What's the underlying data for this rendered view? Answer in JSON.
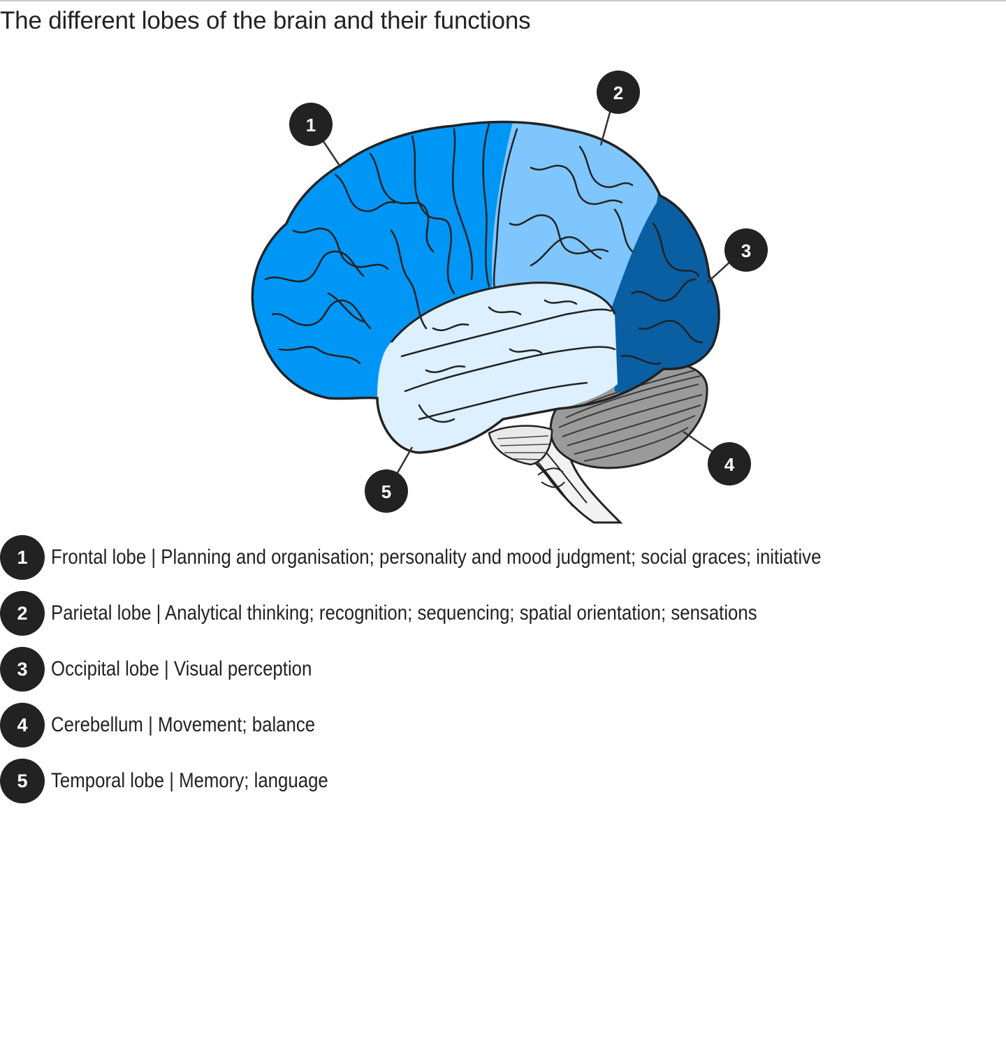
{
  "title": "The different lobes of the brain and their functions",
  "colors": {
    "frontal": "#0096f5",
    "parietal": "#7fc6ff",
    "occipital": "#0a5fa3",
    "temporal": "#dcf0ff",
    "cerebellum": "#9a9a9a",
    "brainstem": "#f2f2f2",
    "outline": "#222222",
    "badge": "#222222"
  },
  "markers": [
    {
      "number": "1",
      "lobe": "Frontal lobe",
      "functions": "Planning and organisation; personality and mood judgment; social graces; initiative"
    },
    {
      "number": "2",
      "lobe": "Parietal lobe",
      "functions": "Analytical thinking; recognition; sequencing; spatial orientation; sensations"
    },
    {
      "number": "3",
      "lobe": "Occipital lobe",
      "functions": "Visual perception"
    },
    {
      "number": "4",
      "lobe": "Cerebellum",
      "functions": "Movement; balance"
    },
    {
      "number": "5",
      "lobe": "Temporal lobe",
      "functions": "Memory; language"
    }
  ],
  "legend": [
    {
      "number": "1",
      "text": "Frontal lobe | Planning and organisation; personality and mood judgment; social graces; initiative"
    },
    {
      "number": "2",
      "text": "Parietal lobe | Analytical thinking; recognition; sequencing; spatial orientation; sensations"
    },
    {
      "number": "3",
      "text": "Occipital lobe | Visual perception"
    },
    {
      "number": "4",
      "text": "Cerebellum | Movement; balance"
    },
    {
      "number": "5",
      "text": "Temporal lobe | Memory; language"
    }
  ]
}
